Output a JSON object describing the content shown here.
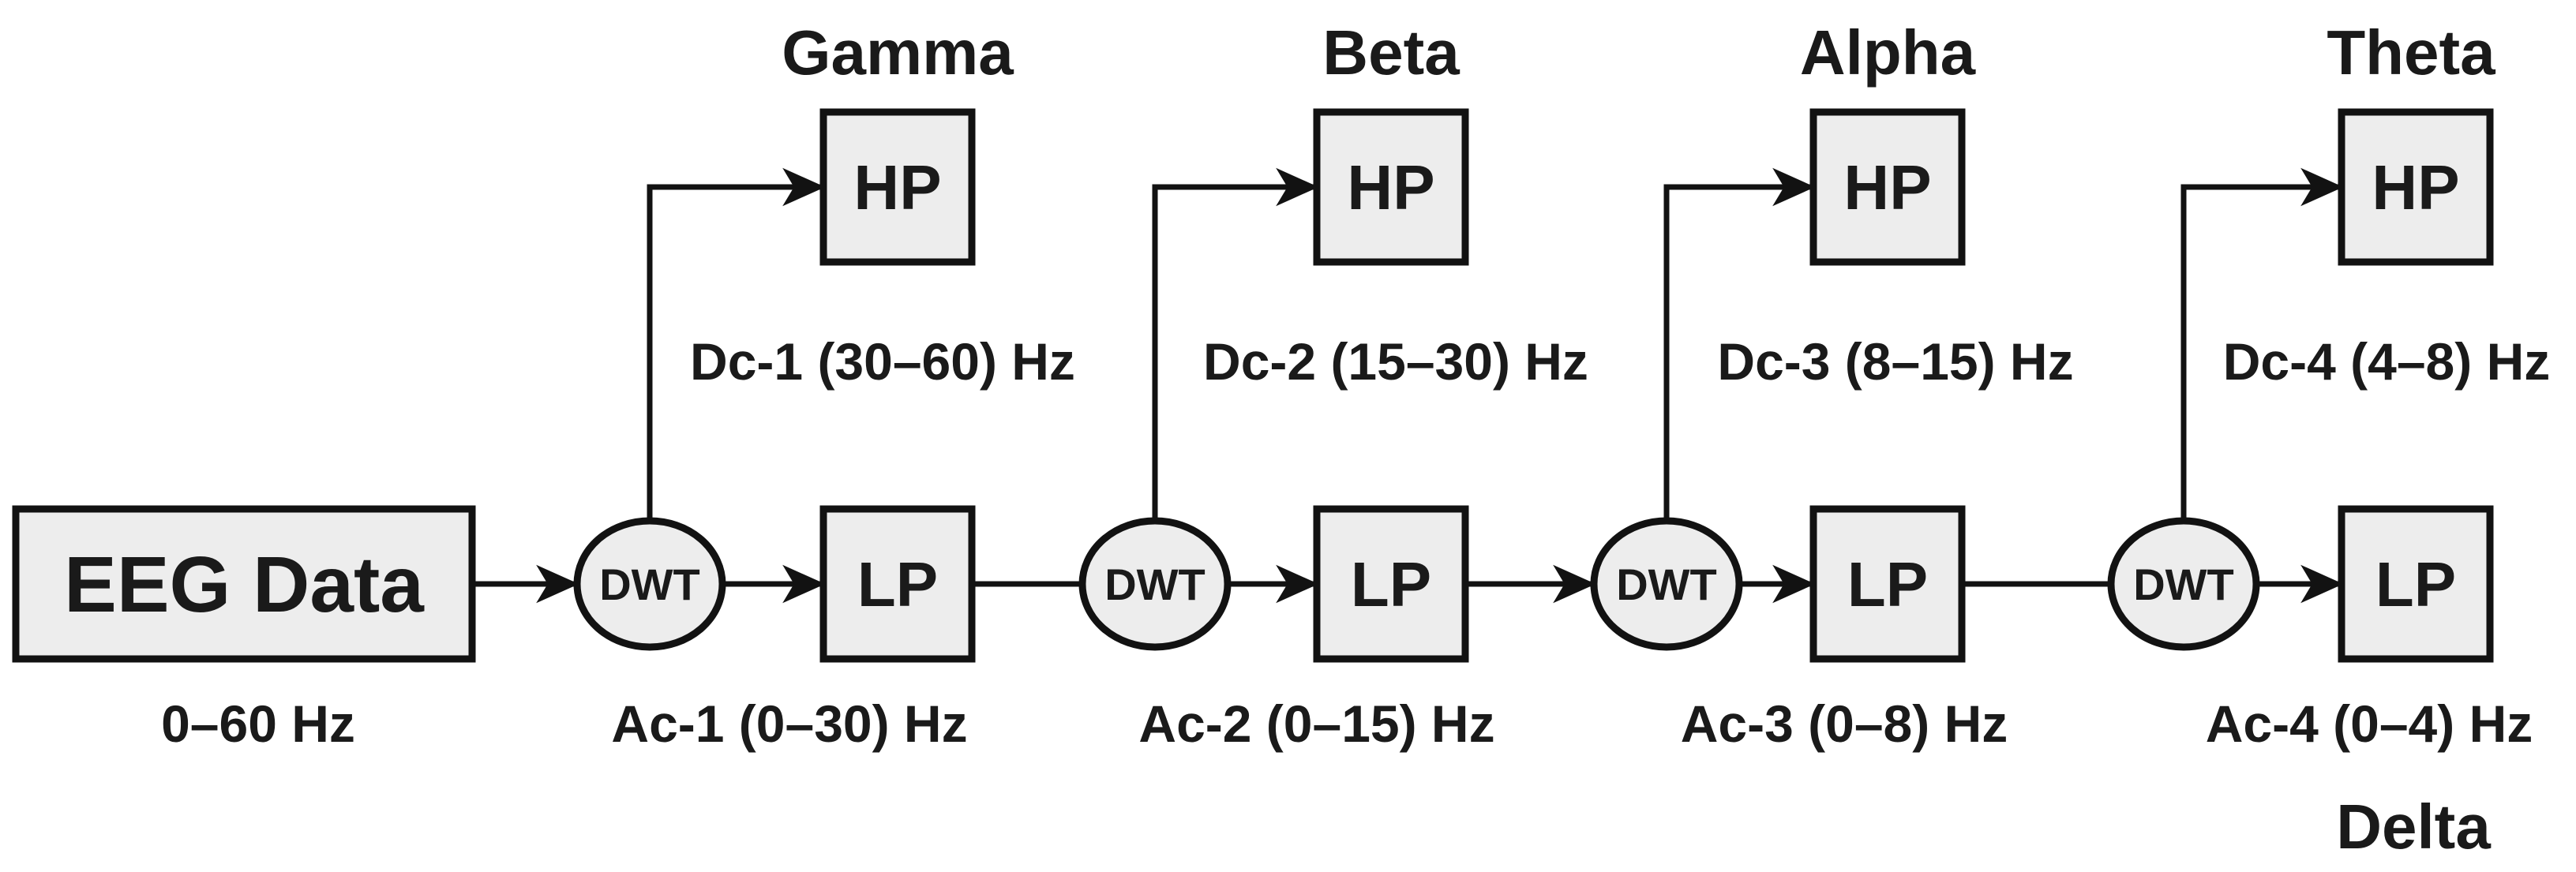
{
  "diagram": {
    "source": {
      "label": "EEG Data",
      "range_label": "0–60 Hz"
    },
    "stages": [
      {
        "band_label": "Gamma",
        "dwt_label": "DWT",
        "hp_label": "HP",
        "lp_label": "LP",
        "detail_label": "Dc-1 (30–60) Hz",
        "approx_label": "Ac-1 (0–30) Hz"
      },
      {
        "band_label": "Beta",
        "dwt_label": "DWT",
        "hp_label": "HP",
        "lp_label": "LP",
        "detail_label": "Dc-2 (15–30) Hz",
        "approx_label": "Ac-2 (0–15) Hz"
      },
      {
        "band_label": "Alpha",
        "dwt_label": "DWT",
        "hp_label": "HP",
        "lp_label": "LP",
        "detail_label": "Dc-3 (8–15) Hz",
        "approx_label": "Ac-3 (0–8) Hz"
      },
      {
        "band_label": "Theta",
        "dwt_label": "DWT",
        "hp_label": "HP",
        "lp_label": "LP",
        "detail_label": "Dc-4 (4–8) Hz",
        "approx_label": "Ac-4 (0–4) Hz"
      }
    ],
    "final_band_label": "Delta",
    "colors": {
      "node_fill": "#ededed",
      "node_stroke": "#121212",
      "text": "#1a1a1a",
      "background": "#ffffff"
    }
  }
}
